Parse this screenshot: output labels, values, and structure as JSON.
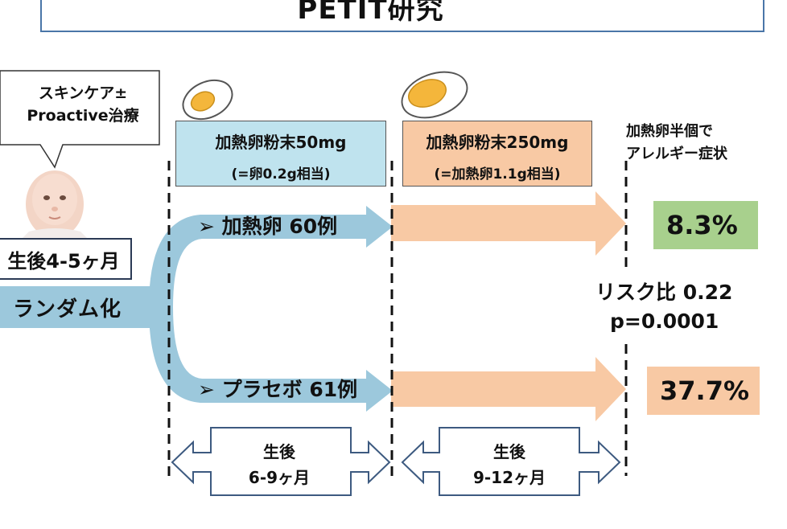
{
  "title": "PETIT研究",
  "callout": {
    "line1": "スキンケア±",
    "line2": "Proactive治療"
  },
  "age_box": "生後4-5ヶ月",
  "randomize": "ランダム化",
  "phase1": {
    "line1": "加熱卵粉末50mg",
    "line2": "(=卵0.2g相当)",
    "duration_line1": "生後",
    "duration_line2": "6-9ヶ月"
  },
  "phase2": {
    "line1": "加熱卵粉末250mg",
    "line2": "(=加熱卵1.1g相当)",
    "duration_line1": "生後",
    "duration_line2": "9-12ヶ月"
  },
  "outcome_header": {
    "line1": "加熱卵半個で",
    "line2": "アレルギー症状"
  },
  "groups": {
    "egg": {
      "marker": "➢",
      "label": "加熱卵 60例",
      "result": "8.3%"
    },
    "placebo": {
      "marker": "➢",
      "label": "プラセボ 61例",
      "result": "37.7%"
    }
  },
  "stats": {
    "risk_ratio": "リスク比 0.22",
    "p_value": "p=0.0001"
  },
  "colors": {
    "phase1_fill": "#bfe3ee",
    "phase2_fill": "#f8c9a4",
    "path_blue": "#9cc8dc",
    "arrow_orange": "#f8c9a4",
    "result_green": "#a8d08d",
    "title_border": "#4a76a8"
  }
}
